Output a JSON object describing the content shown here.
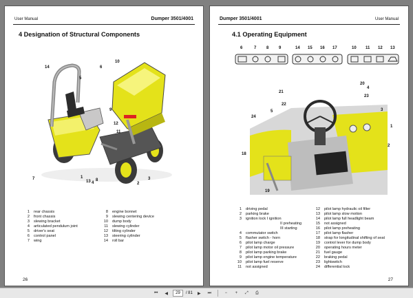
{
  "left_page": {
    "header_left": "User Manual",
    "header_right": "Dumper 3501/4001",
    "title": "4   Designation of Structural Components",
    "page_number": "26",
    "callouts": [
      "14",
      "10",
      "5",
      "6",
      "9",
      "12",
      "11",
      "3",
      "2",
      "1",
      "13",
      "7",
      "8",
      "4"
    ],
    "legend": [
      {
        "n": "1",
        "t": "rear chassis"
      },
      {
        "n": "2",
        "t": "front chassis"
      },
      {
        "n": "3",
        "t": "slewing bracket"
      },
      {
        "n": "4",
        "t": "articulated pendulum joint"
      },
      {
        "n": "5",
        "t": "driver's seat"
      },
      {
        "n": "6",
        "t": "control panel"
      },
      {
        "n": "7",
        "t": "wing"
      },
      {
        "n": "8",
        "t": "engine bonnet"
      },
      {
        "n": "9",
        "t": "slewing centering device"
      },
      {
        "n": "10",
        "t": "dump body"
      },
      {
        "n": "11",
        "t": "slewing cylinder"
      },
      {
        "n": "12",
        "t": "tilting cylinder"
      },
      {
        "n": "13",
        "t": "steering cylinder"
      },
      {
        "n": "14",
        "t": "roll bar"
      }
    ]
  },
  "right_page": {
    "header_left": "Dumper 3501/4001",
    "header_right": "User Manual",
    "title": "4.1 Operating Equipment",
    "page_number": "27",
    "icon_numbers": [
      "6",
      "7",
      "8",
      "9",
      "14",
      "15",
      "16",
      "17",
      "10",
      "11",
      "12",
      "13"
    ],
    "callouts": [
      "21",
      "22",
      "5",
      "24",
      "20",
      "4",
      "23",
      "3",
      "1",
      "2",
      "18",
      "19"
    ],
    "legend_left": [
      {
        "n": "1",
        "t": "driving pedal"
      },
      {
        "n": "2",
        "t": "parking brake"
      },
      {
        "n": "3",
        "t": "ignition lock      I   ignition"
      },
      {
        "n": "",
        "t": "II  preheating",
        "sub": true
      },
      {
        "n": "",
        "t": "III starting",
        "sub": true
      },
      {
        "n": "4",
        "t": "commutator switch"
      },
      {
        "n": "5",
        "t": "flasher switch - horn"
      },
      {
        "n": "6",
        "t": "pilot lamp charge"
      },
      {
        "n": "7",
        "t": "pilot lamp motor oil pressure"
      },
      {
        "n": "8",
        "t": "pilot lamp parking brake"
      },
      {
        "n": "9",
        "t": "pilot lamp engine temperature"
      },
      {
        "n": "10",
        "t": "pilot lamp fuel reserve"
      },
      {
        "n": "11",
        "t": "not assigned"
      }
    ],
    "legend_right": [
      {
        "n": "12",
        "t": "pilot lamp hydraulic oil filter"
      },
      {
        "n": "13",
        "t": "pilot lamp slow motion"
      },
      {
        "n": "14",
        "t": "pilot lamp full headlight beam"
      },
      {
        "n": "15",
        "t": "not assigned"
      },
      {
        "n": "16",
        "t": "pilot lamp preheating"
      },
      {
        "n": "17",
        "t": "pilot lamp flasher"
      },
      {
        "n": "18",
        "t": "strap for longitudinal shifting of seat"
      },
      {
        "n": "19",
        "t": "control lever for dump body"
      },
      {
        "n": "20",
        "t": "operating hours meter"
      },
      {
        "n": "21",
        "t": "fuel gauge"
      },
      {
        "n": "22",
        "t": "braking pedal"
      },
      {
        "n": "23",
        "t": "lightswitch"
      },
      {
        "n": "24",
        "t": "differential lock"
      }
    ]
  },
  "toolbar": {
    "page_field": "29",
    "page_total": "/ 81",
    "icons": [
      "first-page-icon",
      "prev-page-icon",
      "next-page-icon",
      "last-page-icon",
      "zoom-out-icon",
      "zoom-in-icon",
      "fit-icon",
      "print-icon"
    ]
  },
  "colors": {
    "machine_yellow": "#e4e21a",
    "machine_dark": "#3a3a3a",
    "viewer_bg": "#808080"
  }
}
